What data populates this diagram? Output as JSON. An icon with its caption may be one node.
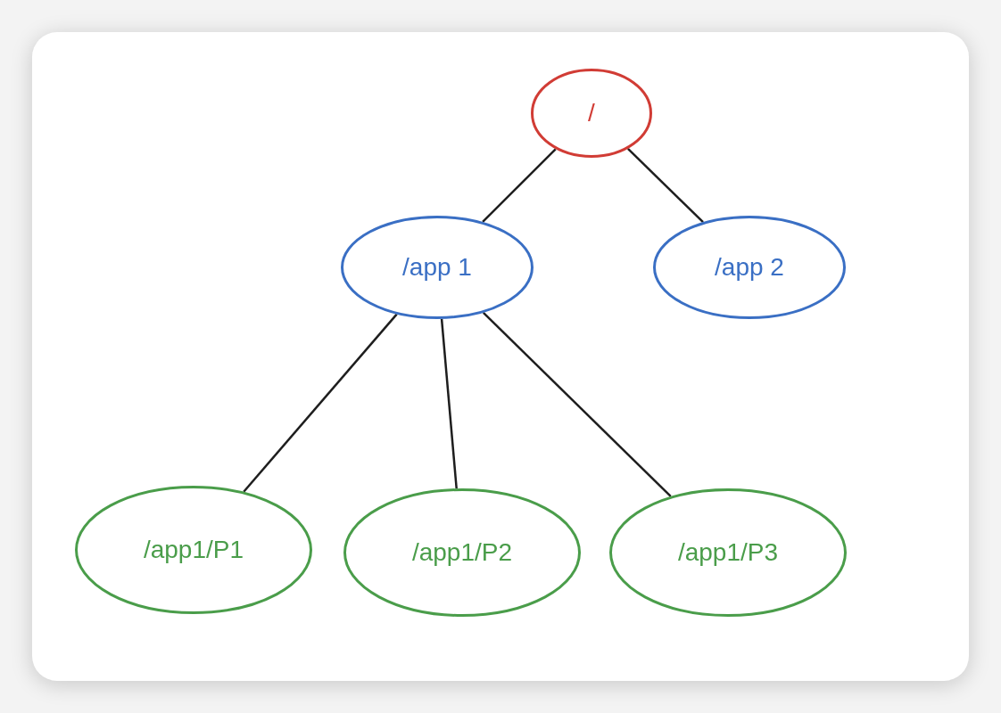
{
  "diagram": {
    "nodes": [
      {
        "text": [
          "/"
        ]
      },
      {
        "text": [
          "/app 1"
        ]
      },
      {
        "text": [
          "/app 2"
        ]
      },
      {
        "text": [
          "/app1/P1"
        ]
      },
      {
        "text": [
          "/app1/P2"
        ]
      },
      {
        "text": [
          "/app1/P3"
        ]
      }
    ],
    "edges": [
      {
        "from": 0,
        "to": 1,
        "arrow": "none"
      },
      {
        "from": 0,
        "to": 2,
        "arrow": "none"
      },
      {
        "from": 1,
        "to": 3,
        "arrow": "none"
      },
      {
        "from": 1,
        "to": 4,
        "arrow": "none"
      },
      {
        "from": 1,
        "to": 5,
        "arrow": "none"
      }
    ]
  }
}
